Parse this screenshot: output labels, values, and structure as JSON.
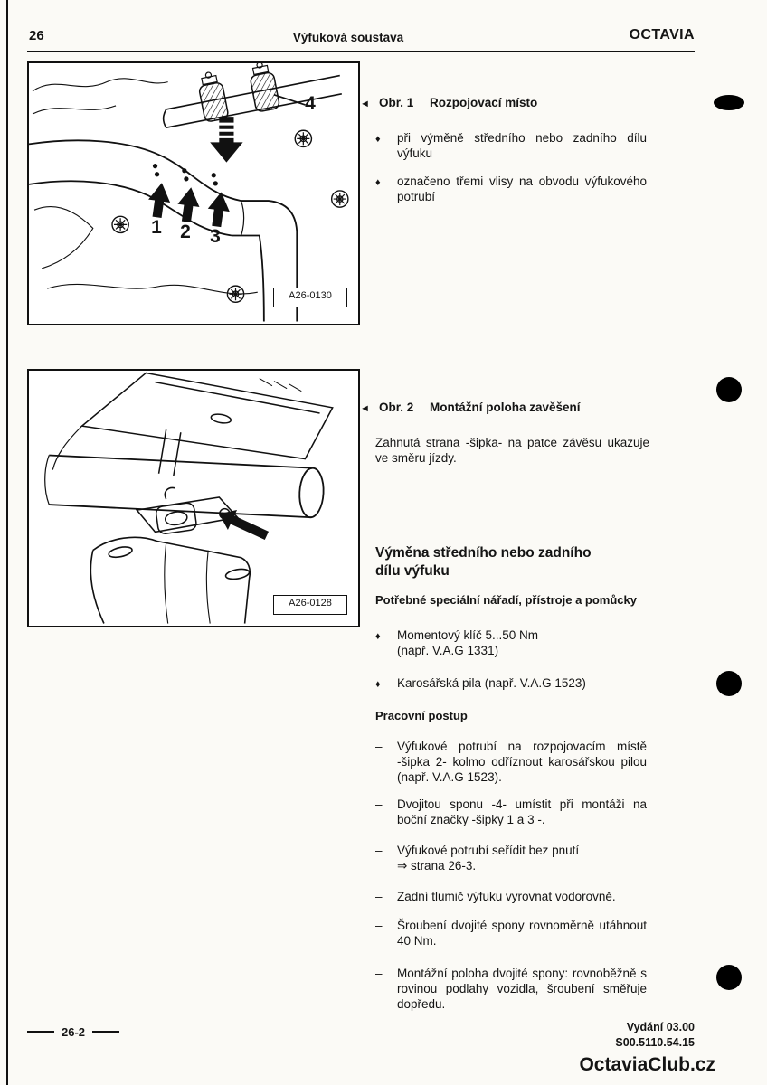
{
  "glyphs": {
    "pointer": "◄",
    "bullet": "♦",
    "dash": "–"
  },
  "header": {
    "page_number": "26",
    "section_title": "Výfuková soustava",
    "brand": "OCTAVIA"
  },
  "fig1": {
    "code": "A26-0130",
    "caption_label": "Obr. 1",
    "caption_title": "Rozpojovací místo",
    "bullets": [
      "při výměně středního nebo zadního dílu výfuku",
      "označeno třemi vlisy na obvodu výfukového potrubí"
    ],
    "callouts": {
      "n1": "1",
      "n2": "2",
      "n3": "3",
      "n4": "4"
    }
  },
  "fig2": {
    "code": "A26-0128",
    "caption_label": "Obr. 2",
    "caption_title": "Montážní poloha zavěšení",
    "body": "Zahnutá strana -šipka- na patce závěsu ukazuje ve směru jízdy."
  },
  "replace_section": {
    "heading": "Výměna středního nebo zadního\ndílu výfuku",
    "tools_heading": "Potřebné speciální nářadí, přístroje a pomůcky",
    "tools": [
      "Momentový klíč 5...50 Nm\n(např. V.A.G 1331)",
      "Karosářská pila (např. V.A.G 1523)"
    ],
    "procedure_heading": "Pracovní postup",
    "steps": [
      "Výfukové potrubí na rozpojovacím místě -šipka 2- kolmo odříznout karosářskou pilou (např. V.A.G 1523).",
      "Dvojitou sponu -4- umístit při montáži na boční značky -šipky 1 a 3 -.",
      "Výfukové potrubí seřídit bez pnutí\n⇒ strana 26-3.",
      "Zadní tlumič výfuku vyrovnat vodorovně.",
      "Šroubení dvojité spony rovnoměrně utáhnout 40 Nm.",
      "Montážní poloha dvojité spony: rovnoběžně s rovinou podlahy vozidla, šroubení směřuje dopředu."
    ]
  },
  "footer": {
    "page_ref": "26-2",
    "edition": "Vydání 03.00",
    "doc_code": "S00.5110.54.15",
    "watermark": "OctaviaClub.cz"
  }
}
